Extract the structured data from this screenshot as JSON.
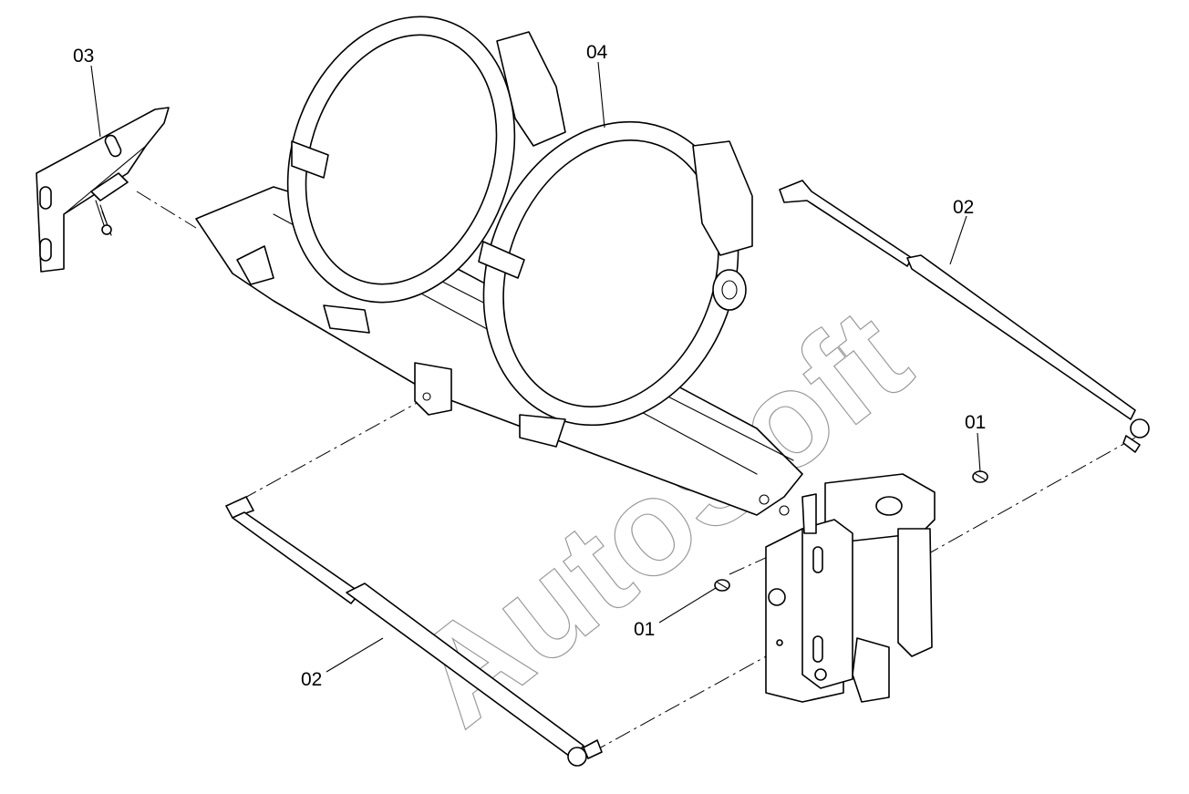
{
  "labels": {
    "part_01_upper": "01",
    "part_01_lower": "01",
    "part_02_right": "02",
    "part_02_left": "02",
    "part_03": "03",
    "part_04": "04"
  },
  "watermark": "AutoSoft"
}
